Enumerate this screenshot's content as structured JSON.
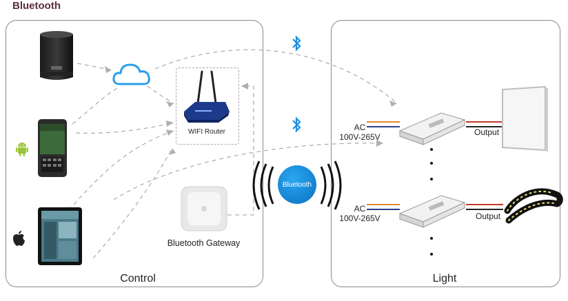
{
  "title": "Bluetooth",
  "control_panel": {
    "label": "Control"
  },
  "light_panel": {
    "label": "Light"
  },
  "router": {
    "label": "WIFI Router"
  },
  "gateway": {
    "label": "Bluetooth Gateway"
  },
  "bluetooth_hub": {
    "label": "Bluetooth"
  },
  "driver_top": {
    "input_label": "AC",
    "voltage": "100V-265V",
    "output_label": "Output"
  },
  "driver_bottom": {
    "input_label": "AC",
    "voltage": "100V-265V",
    "output_label": "Output"
  },
  "colors": {
    "title": "#5a2d3f",
    "bluetooth_blue": "#1a8fe0",
    "cloud_blue": "#2a9ee8",
    "dashed_line": "#b0b0b0",
    "wire_red": "#c0392b",
    "wire_blue": "#2c3e8f",
    "wire_orange": "#e08a2c"
  },
  "icons": [
    "smart-speaker-icon",
    "cloud-icon",
    "android-phone-icon",
    "android-logo-icon",
    "tablet-icon",
    "apple-logo-icon",
    "wifi-router-icon",
    "bluetooth-gateway-icon",
    "bluetooth-symbol-icon",
    "led-driver-icon",
    "led-panel-icon",
    "led-strip-icon"
  ]
}
